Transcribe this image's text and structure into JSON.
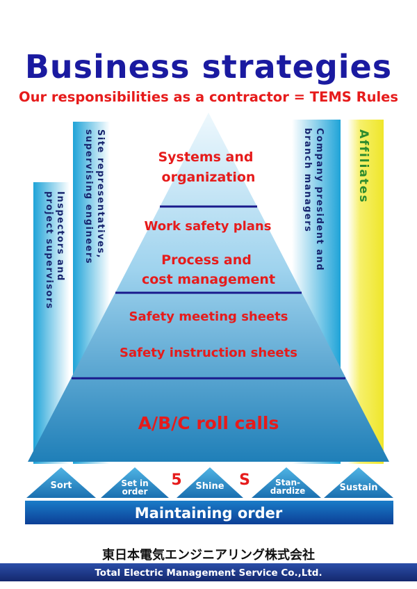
{
  "title": "Business strategies",
  "subtitle": "Our responsibilities as a contractor = TEMS Rules",
  "pyramid": {
    "levels": [
      {
        "lines": [
          "Systems and",
          "organization"
        ]
      },
      {
        "lines": [
          "Work safety plans"
        ]
      },
      {
        "lines": [
          "Process and",
          "cost management"
        ]
      },
      {
        "lines": [
          "Safety meeting sheets"
        ]
      },
      {
        "lines": [
          "Safety instruction sheets"
        ]
      },
      {
        "lines": [
          "A/B/C roll calls"
        ]
      }
    ]
  },
  "pillars": {
    "inspectors": [
      "Inspectors and",
      "project supervisors"
    ],
    "site_reps": [
      "Site representatives,",
      "supervising engineers"
    ],
    "president": [
      "Company president and",
      "branch managers"
    ],
    "affiliates": "Affiliates"
  },
  "five_s": {
    "items": [
      {
        "lines": [
          "Sort"
        ]
      },
      {
        "lines": [
          "Set in",
          "order"
        ]
      },
      {
        "lines": [
          "Shine"
        ]
      },
      {
        "lines": [
          "Stan-",
          "dardize"
        ]
      },
      {
        "lines": [
          "Sustain"
        ]
      }
    ],
    "s_left": "5",
    "s_right": "S",
    "base_label": "Maintaining order"
  },
  "company": {
    "name_jp": "東日本電気エンジニアリング株式会社",
    "name_en": "Total Electric Management Service Co.,Ltd."
  },
  "colors": {
    "title": "#1a1aa0",
    "accent_red": "#e61b1b",
    "navy": "#1a1a8c",
    "pillar_blue": "#26a6d8",
    "pillar_yellow": "#f2ec3c",
    "footer_bg": "#1f3a8a"
  }
}
